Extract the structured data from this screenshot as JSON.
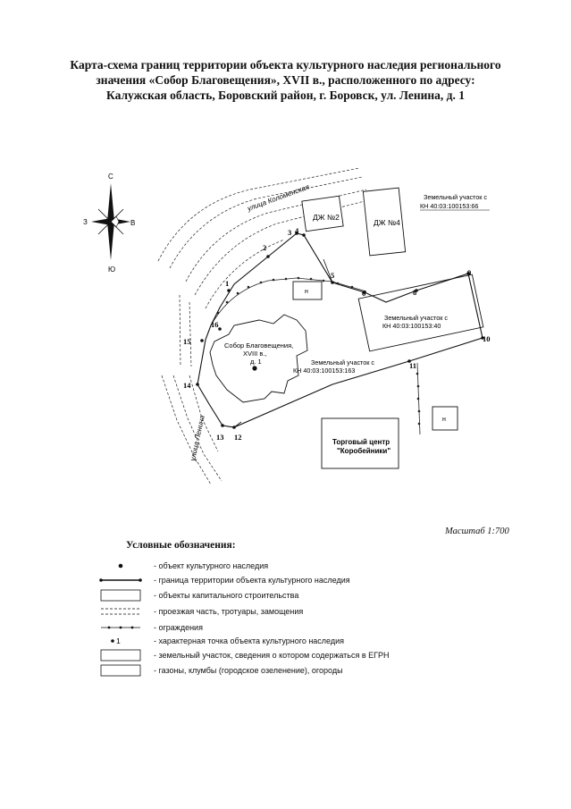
{
  "title": {
    "line1": "Карта-схема границ территории объекта культурного наследия  регионального",
    "line2": "значения «Собор Благовещения»,  XVII в., расположенного по адресу:",
    "line3": "Калужская область, Боровский район, г. Боровск, ул. Ленина, д. 1"
  },
  "compass": {
    "n": "С",
    "s": "Ю",
    "w": "З",
    "e": "В"
  },
  "streets": {
    "kolomenskaya": "улица Коломенская",
    "lenina": "улица Ленина"
  },
  "buildings": {
    "dzh2": "ДЖ №2",
    "dzh4": "ДЖ №4",
    "n1": "н",
    "n2": "н"
  },
  "plots": {
    "plot66_l1": "Земельный участок с",
    "plot66_l2": "КН 40:03:100153:66",
    "plot40_l1": "Земельный участок с",
    "plot40_l2": "КН 40:03:100153:40",
    "plot163_l1": "Земельный участок с",
    "plot163_l2": "КН 40:03:100153:163"
  },
  "cathedral": {
    "l1": "Собор Благовещения,",
    "l2": "XVIII в.,",
    "l3": "д. 1"
  },
  "shop": {
    "l1": "Торговый центр",
    "l2": "\"Коробейники\""
  },
  "points": [
    "1",
    "2",
    "3",
    "4",
    "5",
    "6",
    "8",
    "9",
    "10",
    "11",
    "12",
    "13",
    "14",
    "15",
    "16"
  ],
  "scale": "Масштаб 1:700",
  "legend": {
    "title": "Условные обозначения:",
    "items": [
      "- объект культурного наследия",
      "- граница территории объекта культурного наследия",
      "- объекты капитального строительства",
      "- проезжая часть, тротуары, замощения",
      "- ограждения",
      "- характерная точка объекта культурного наследия",
      "- земельный участок, сведения о котором содержаться в ЕГРН",
      "- газоны, клумбы (городское озеленение), огороды"
    ],
    "point_sample": "1"
  }
}
